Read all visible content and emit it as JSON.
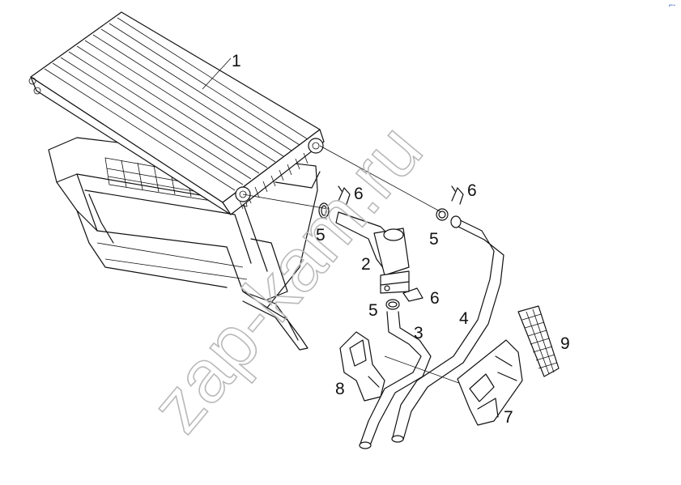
{
  "watermark": "zap-kam.ru",
  "corner_mark": "⌐-",
  "callouts": [
    {
      "id": "c1",
      "label": "1"
    },
    {
      "id": "c2",
      "label": "2"
    },
    {
      "id": "c3",
      "label": "3"
    },
    {
      "id": "c4",
      "label": "4"
    },
    {
      "id": "c5a",
      "label": "5"
    },
    {
      "id": "c5b",
      "label": "5"
    },
    {
      "id": "c5c",
      "label": "5"
    },
    {
      "id": "c6a",
      "label": "6"
    },
    {
      "id": "c6b",
      "label": "6"
    },
    {
      "id": "c6c",
      "label": "6"
    },
    {
      "id": "c7",
      "label": "7"
    },
    {
      "id": "c8",
      "label": "8"
    },
    {
      "id": "c9",
      "label": "9"
    }
  ],
  "parts": [
    {
      "id": "heater-core",
      "callout": "1"
    },
    {
      "id": "valve",
      "callout": "2"
    },
    {
      "id": "hose-inlet",
      "callout": "3"
    },
    {
      "id": "hose-outlet",
      "callout": "4"
    },
    {
      "id": "o-ring",
      "callout": "5"
    },
    {
      "id": "clip",
      "callout": "6"
    },
    {
      "id": "hose-holder",
      "callout": "7"
    },
    {
      "id": "bracket",
      "callout": "8"
    },
    {
      "id": "mesh-pad",
      "callout": "9"
    }
  ]
}
